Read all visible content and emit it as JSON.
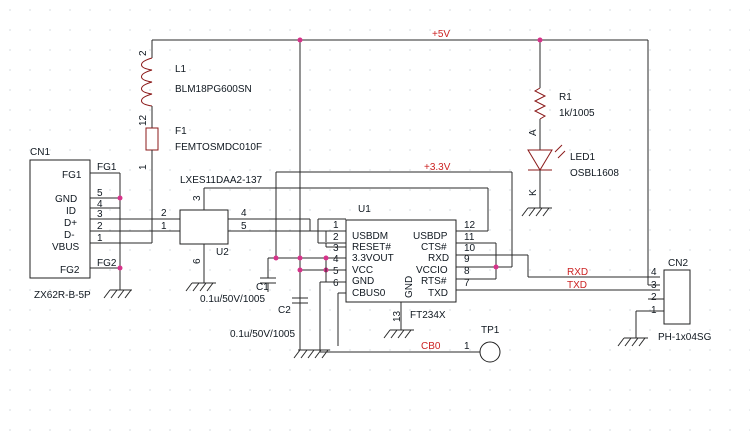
{
  "nets": {
    "v5": "+5V",
    "v3v3": "+3.3V",
    "cb0": "CB0",
    "rxd": "RXD",
    "txd": "TXD"
  },
  "l1": {
    "ref": "L1",
    "value": "BLM18PG600SN",
    "pin2": "2",
    "pin1": "12"
  },
  "f1": {
    "ref": "F1",
    "value": "FEMTOSMDC010F",
    "pin": "1"
  },
  "cn1": {
    "ref": "CN1",
    "value": "ZX62R-B-5P",
    "pins": [
      "FG1",
      "GND",
      "ID",
      "D+",
      "D-",
      "VBUS",
      "FG2"
    ],
    "nets": [
      "FG1",
      "FG2"
    ],
    "nums": [
      "5",
      "4",
      "3",
      "2",
      "1"
    ]
  },
  "u2": {
    "ref": "U2",
    "value": "LXES11DAA2-137",
    "nums": [
      "3",
      "2",
      "1",
      "4",
      "5",
      "6"
    ]
  },
  "c1": {
    "ref": "C1",
    "value": "0.1u/50V/1005"
  },
  "c2": {
    "ref": "C2",
    "value": "0.1u/50V/1005"
  },
  "u1": {
    "ref": "U1",
    "value": "FT234X",
    "left": [
      "USBDM",
      "RESET#",
      "3.3VOUT",
      "VCC",
      "GND",
      "CBUS0"
    ],
    "right": [
      "USBDP",
      "CTS#",
      "RXD",
      "VCCIO",
      "RTS#",
      "TXD"
    ],
    "lnums": [
      "1",
      "2",
      "3",
      "4",
      "5",
      "6"
    ],
    "rnums": [
      "12",
      "11",
      "10",
      "9",
      "8",
      "7"
    ],
    "bnum": "13"
  },
  "tp1": {
    "ref": "TP1",
    "pin": "1"
  },
  "r1": {
    "ref": "R1",
    "value": "1k/1005"
  },
  "led1": {
    "ref": "LED1",
    "value": "OSBL1608",
    "anode": "A",
    "cathode": "K"
  },
  "cn2": {
    "ref": "CN2",
    "value": "PH-1x04SG",
    "nums": [
      "4",
      "3",
      "2",
      "1"
    ]
  }
}
